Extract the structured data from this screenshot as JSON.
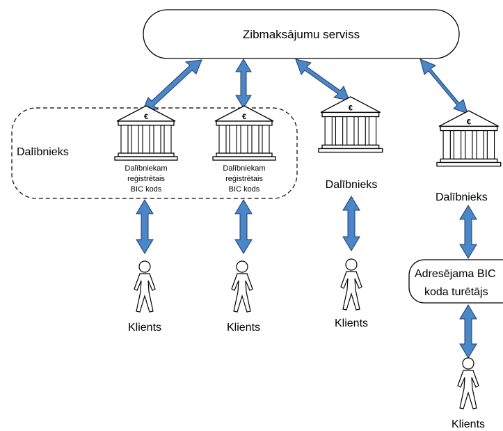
{
  "service": {
    "label": "Zibmaksājumu serviss"
  },
  "group": {
    "label": "Dalībnieks"
  },
  "banks": [
    {
      "currency": "€",
      "caption_lines": [
        "Dalībniekam",
        "reģistrētais",
        "BIC kods"
      ]
    },
    {
      "currency": "€",
      "caption_lines": [
        "Dalībniekam",
        "reģistrētais",
        "BIC kods"
      ]
    },
    {
      "currency": "€",
      "label": "Dalībnieks"
    },
    {
      "currency": "€",
      "label": "Dalībnieks"
    }
  ],
  "intermediary": {
    "lines": [
      "Adresējama BIC",
      "koda turētājs"
    ]
  },
  "clients": [
    "Klients",
    "Klients",
    "Klients",
    "Klients"
  ],
  "colors": {
    "arrow_fill": "#4a86c8",
    "arrow_stroke": "#1f3c66",
    "line": "#000000"
  }
}
